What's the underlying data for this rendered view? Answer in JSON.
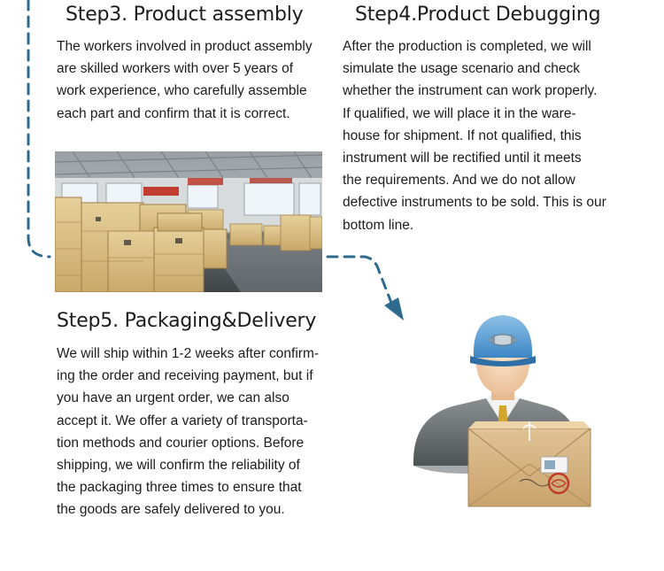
{
  "step3": {
    "title": "Step3. Product assembly",
    "lines": [
      "The workers involved in product assembly",
      "are skilled workers with over 5 years of",
      "work experience, who carefully assemble",
      "each part and confirm that it is correct."
    ]
  },
  "step4": {
    "title": "Step4.Product Debugging",
    "lines": [
      "After the production is completed, we will",
      "simulate the usage scenario and check",
      "whether the instrument can work properly.",
      "If qualified, we will place it in the ware-",
      "house for shipment. If not qualified, this",
      "instrument will be rectified until it meets",
      "the requirements. And we do not allow",
      "defective instruments to be sold. This is our",
      "bottom line."
    ]
  },
  "step5": {
    "title": "Step5. Packaging&Delivery",
    "lines": [
      "We will ship within 1-2 weeks after confirm-",
      "ing the order and receiving payment, but if",
      "you have an urgent order, we can also",
      "accept it. We offer a variety of transporta-",
      "tion methods and courier options. Before",
      "shipping, we will confirm the reliability of",
      "the packaging three times to ensure that",
      "the goods are safely delivered to you."
    ]
  },
  "colors": {
    "flow_line": "#2d6a8e",
    "text": "#1c1c1c"
  },
  "icons": [
    "dashed-flow-arrow",
    "warehouse-crates-photo",
    "delivery-courier-icon"
  ]
}
